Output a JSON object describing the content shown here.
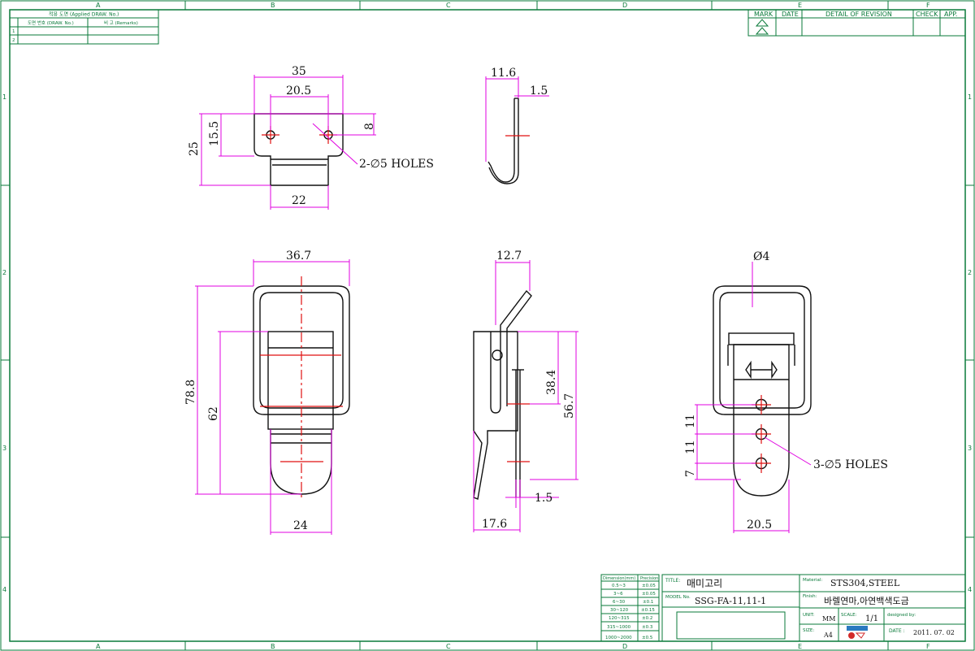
{
  "border": {
    "columns": [
      "A",
      "B",
      "C",
      "D",
      "E",
      "F"
    ],
    "rows": [
      "1",
      "2",
      "3",
      "4"
    ]
  },
  "applied_table": {
    "title": "적용 도면 (Applied DRAW. No.)",
    "col1": "도면 번호 (DRAW. No.)",
    "col2": "비 고 (Remarks)",
    "rows": [
      "1",
      "2"
    ]
  },
  "revision_table": {
    "mark": "MARK",
    "date": "DATE",
    "detail": "DETAIL OF REVISION",
    "check": "CHECK",
    "app": "APP."
  },
  "dimensions": {
    "top_front": {
      "width": "35",
      "hole_pitch": "20.5",
      "height": "25",
      "hole_height": "15.5",
      "tab": "8",
      "bottom": "22",
      "holes": "2-∅5 HOLES"
    },
    "top_side": {
      "width": "11.6",
      "thickness": "1.5"
    },
    "bottom_front": {
      "width": "36.7",
      "total_height": "78.8",
      "plate_height": "62",
      "bottom_width": "24"
    },
    "bottom_side": {
      "top_width": "12.7",
      "h1": "38.4",
      "h2": "56.7",
      "thickness": "1.5",
      "bottom_width": "17.6"
    },
    "bottom_rear": {
      "pin": "Ø4",
      "s1": "11",
      "s2": "11",
      "s3": "7",
      "holes": "3-∅5 HOLES",
      "bottom_width": "20.5"
    }
  },
  "tolerance_table": {
    "header": [
      "Dimension(mm)",
      "Precision"
    ],
    "rows": [
      [
        "0.5~3",
        "±0.05"
      ],
      [
        "3~6",
        "±0.05"
      ],
      [
        "6~30",
        "±0.1"
      ],
      [
        "30~120",
        "±0.15"
      ],
      [
        "120~315",
        "±0.2"
      ],
      [
        "315~1000",
        "±0.3"
      ],
      [
        "1000~2000",
        "±0.5"
      ]
    ]
  },
  "title_block": {
    "title_label": "TITLE:",
    "title": "매미고리",
    "model_label": "MODEL No.",
    "model": "SSG-FA-11,11-1",
    "material_label": "Material:",
    "material": "STS304,STEEL",
    "finish_label": "Finish:",
    "finish": "바렐연마,아연백색도금",
    "unit_label": "UNIT:",
    "unit": "MM",
    "scale_label": "SCALE:",
    "scale": "1/1",
    "designed_label": "designed by:",
    "size_label": "SIZE:",
    "size": "A4",
    "date_label": "DATE :",
    "date": "2011. 07. 02"
  }
}
